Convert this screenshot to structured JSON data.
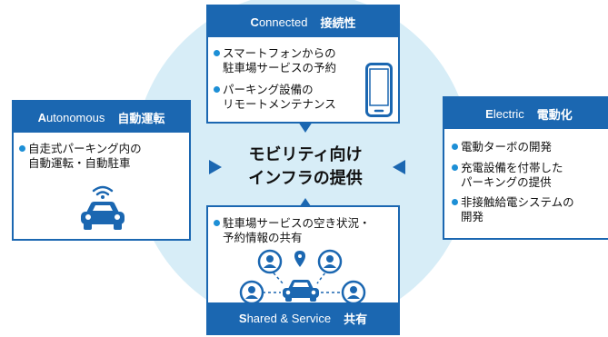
{
  "colors": {
    "accent": "#1b67b1",
    "bullet": "#1d8fd6",
    "background_circle": "#d7edf7"
  },
  "center": {
    "line1": "モビリティ向け",
    "line2": "インフラの提供"
  },
  "connected": {
    "header_initial": "C",
    "header_rest": "onnected",
    "header_jp": "接続性",
    "items": [
      {
        "line1": "スマートフォンからの",
        "line2": "駐車場サービスの予約"
      },
      {
        "line1": "パーキング設備の",
        "line2": "リモートメンテナンス"
      }
    ],
    "icon": "smartphone-icon"
  },
  "autonomous": {
    "header_initial": "A",
    "header_rest": "utonomous",
    "header_jp": "自動運転",
    "items": [
      {
        "line1": "自走式パーキング内の",
        "line2": "自動運転・自動駐車"
      }
    ],
    "icon": "autonomous-car-icon"
  },
  "electric": {
    "header_initial": "E",
    "header_rest": "lectric",
    "header_jp": "電動化",
    "items": [
      {
        "line1": "電動ターボの開発",
        "line2": ""
      },
      {
        "line1": "充電設備を付帯した",
        "line2": "パーキングの提供"
      },
      {
        "line1": "非接触給電システムの",
        "line2": "開発"
      }
    ]
  },
  "shared": {
    "header_initial": "S",
    "header_rest": "hared & Service",
    "header_jp": "共有",
    "items": [
      {
        "line1": "駐車場サービスの空き状況・",
        "line2": "予約情報の共有"
      }
    ],
    "icon": "shared-network-icon"
  }
}
